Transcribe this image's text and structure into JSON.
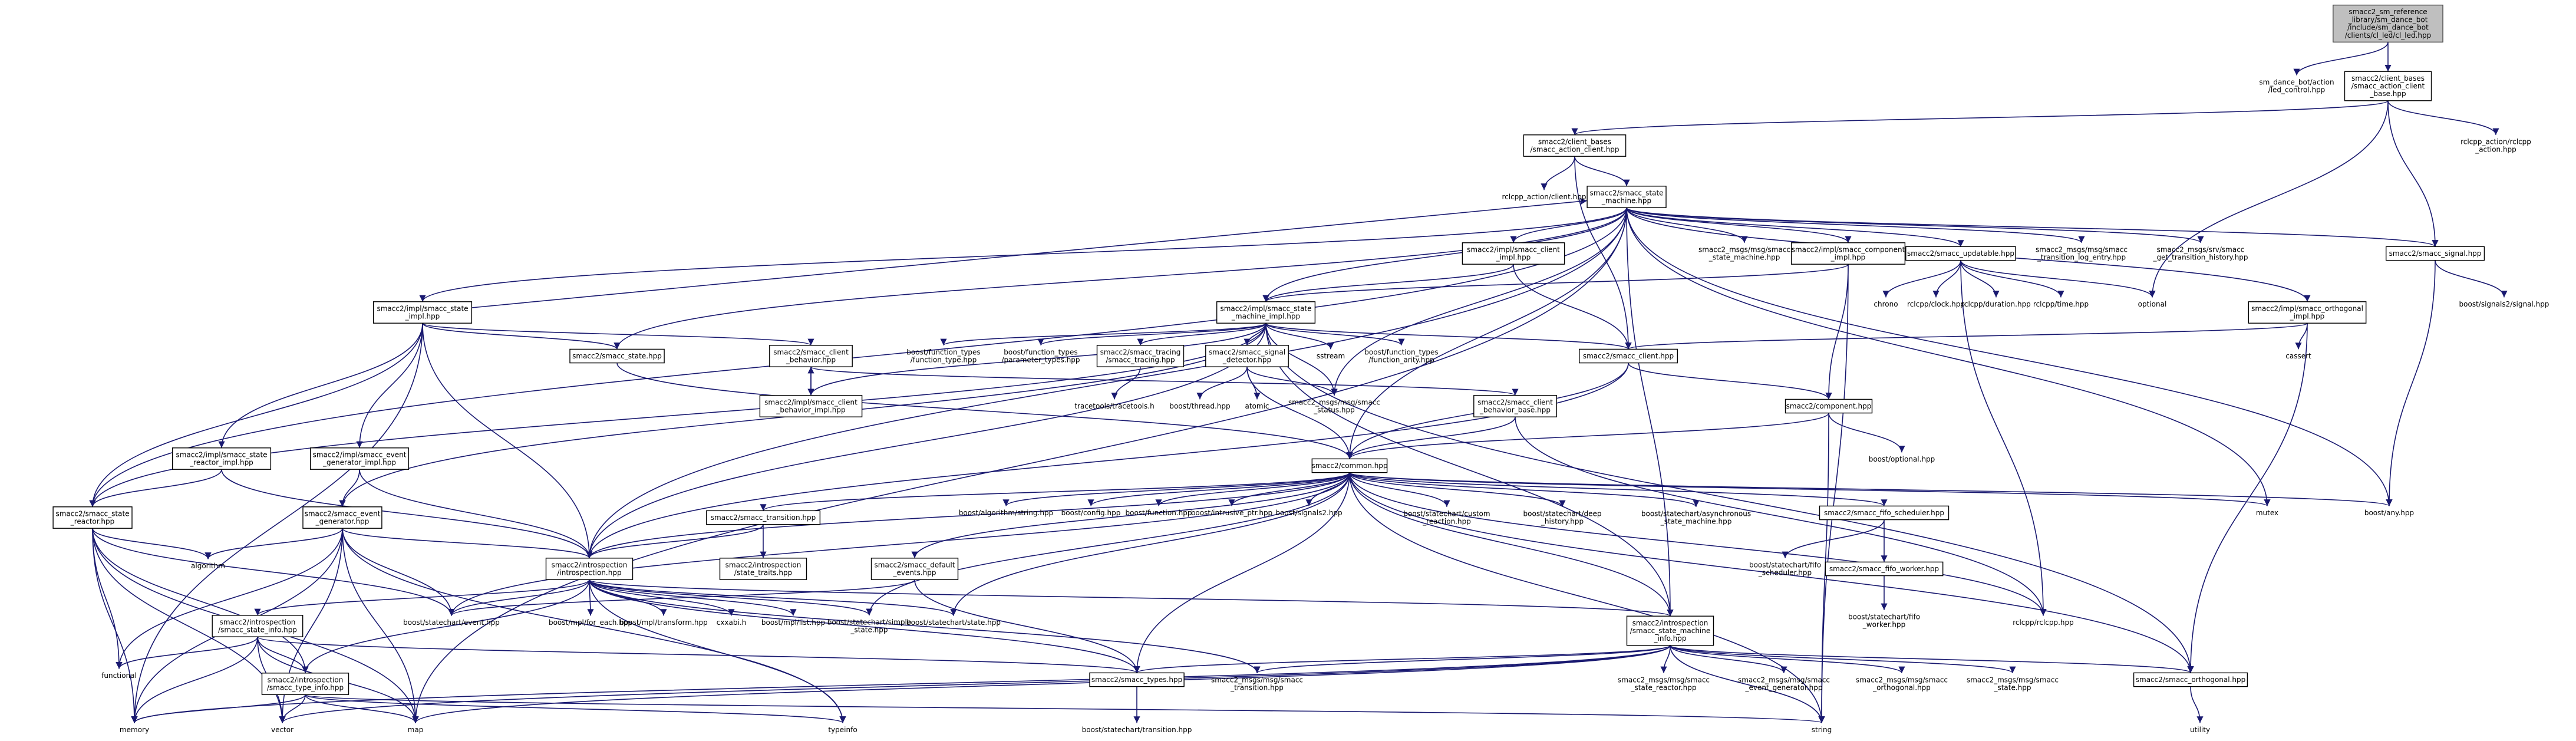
{
  "title": "smacc2_sm_reference_library/sm_dance_bot/include/sm_dance_bot/clients/cl_led/cl_led.hpp",
  "nodes": [
    {
      "id": "root",
      "label": "smacc2_sm_reference\n_library/sm_dance_bot\n/include/sm_dance_bot\n/clients/cl_led/cl_led.hpp",
      "box": true,
      "root": true
    },
    {
      "id": "led_control",
      "label": "sm_dance_bot/action\n/led_control.hpp",
      "box": false
    },
    {
      "id": "cb_action_client_base",
      "label": "smacc2/client_bases\n/smacc_action_client\n_base.hpp",
      "box": true
    },
    {
      "id": "rclcpp_action_h",
      "label": "rclcpp_action/rclcpp\n_action.hpp",
      "box": false
    },
    {
      "id": "cb_action_client",
      "label": "smacc2/client_bases\n/smacc_action_client.hpp",
      "box": true
    },
    {
      "id": "rclcpp_action_client",
      "label": "rclcpp_action/client.hpp",
      "box": false
    },
    {
      "id": "smacc_state_machine",
      "label": "smacc2/smacc_state\n_machine.hpp",
      "box": true
    },
    {
      "id": "impl_client_impl",
      "label": "smacc2/impl/smacc_client\n_impl.hpp",
      "box": true
    },
    {
      "id": "msg_state_machine",
      "label": "smacc2_msgs/msg/smacc\n_state_machine.hpp",
      "box": false
    },
    {
      "id": "impl_component_impl",
      "label": "smacc2/impl/smacc_component\n_impl.hpp",
      "box": true
    },
    {
      "id": "smacc_updatable",
      "label": "smacc2/smacc_updatable.hpp",
      "box": true
    },
    {
      "id": "msg_transition_log",
      "label": "smacc2_msgs/msg/smacc\n_transition_log_entry.hpp",
      "box": false
    },
    {
      "id": "srv_transition_history",
      "label": "smacc2_msgs/srv/smacc\n_get_transition_history.hpp",
      "box": false
    },
    {
      "id": "smacc_signal",
      "label": "smacc2/smacc_signal.hpp",
      "box": true
    },
    {
      "id": "boost_signals2_signal",
      "label": "boost/signals2/signal.hpp",
      "box": false
    },
    {
      "id": "impl_state_impl",
      "label": "smacc2/impl/smacc_state\n_impl.hpp",
      "box": true
    },
    {
      "id": "impl_state_machine_impl",
      "label": "smacc2/impl/smacc_state\n_machine_impl.hpp",
      "box": true
    },
    {
      "id": "chrono",
      "label": "chrono",
      "box": false
    },
    {
      "id": "rclcpp_clock",
      "label": "rclcpp/clock.hpp",
      "box": false
    },
    {
      "id": "rclcpp_duration",
      "label": "rclcpp/duration.hpp",
      "box": false
    },
    {
      "id": "rclcpp_time",
      "label": "rclcpp/time.hpp",
      "box": false
    },
    {
      "id": "optional",
      "label": "optional",
      "box": false
    },
    {
      "id": "impl_orthogonal_impl",
      "label": "smacc2/impl/smacc_orthogonal\n_impl.hpp",
      "box": true
    },
    {
      "id": "cassert",
      "label": "cassert",
      "box": false
    },
    {
      "id": "smacc_state",
      "label": "smacc2/smacc_state.hpp",
      "box": true
    },
    {
      "id": "smacc_client_behavior",
      "label": "smacc2/smacc_client\n_behavior.hpp",
      "box": true
    },
    {
      "id": "ft_function_type",
      "label": "boost/function_types\n/function_type.hpp",
      "box": false
    },
    {
      "id": "ft_parameter_types",
      "label": "boost/function_types\n/parameter_types.hpp",
      "box": false
    },
    {
      "id": "smacc_tracing",
      "label": "smacc2/smacc_tracing\n/smacc_tracing.hpp",
      "box": true
    },
    {
      "id": "smacc_signal_detector",
      "label": "smacc2/smacc_signal\n_detector.hpp",
      "box": true
    },
    {
      "id": "sstream",
      "label": "sstream",
      "box": false
    },
    {
      "id": "ft_function_arity",
      "label": "boost/function_types\n/function_arity.hpp",
      "box": false
    },
    {
      "id": "smacc_client",
      "label": "smacc2/smacc_client.hpp",
      "box": true
    },
    {
      "id": "impl_client_behavior_impl",
      "label": "smacc2/impl/smacc_client\n_behavior_impl.hpp",
      "box": true
    },
    {
      "id": "tracetools",
      "label": "tracetools/tracetools.h",
      "box": false
    },
    {
      "id": "boost_thread",
      "label": "boost/thread.hpp",
      "box": false
    },
    {
      "id": "atomic",
      "label": "atomic",
      "box": false
    },
    {
      "id": "msg_status",
      "label": "smacc2_msgs/msg/smacc\n_status.hpp",
      "box": false
    },
    {
      "id": "client_behavior_base",
      "label": "smacc2/smacc_client\n_behavior_base.hpp",
      "box": true
    },
    {
      "id": "smacc_component",
      "label": "smacc2/component.hpp",
      "box": true
    },
    {
      "id": "boost_optional",
      "label": "boost/optional.hpp",
      "box": false
    },
    {
      "id": "impl_reactor_impl",
      "label": "smacc2/impl/smacc_state\n_reactor_impl.hpp",
      "box": true
    },
    {
      "id": "impl_event_generator_impl",
      "label": "smacc2/impl/smacc_event\n_generator_impl.hpp",
      "box": true
    },
    {
      "id": "common",
      "label": "smacc2/common.hpp",
      "box": true
    },
    {
      "id": "state_reactor",
      "label": "smacc2/smacc_state\n_reactor.hpp",
      "box": true
    },
    {
      "id": "event_generator",
      "label": "smacc2/smacc_event\n_generator.hpp",
      "box": true
    },
    {
      "id": "smacc_transition",
      "label": "smacc2/smacc_transition.hpp",
      "box": true
    },
    {
      "id": "boost_algorithm_string",
      "label": "boost/algorithm/string.hpp",
      "box": false
    },
    {
      "id": "boost_config",
      "label": "boost/config.hpp",
      "box": false
    },
    {
      "id": "boost_function",
      "label": "boost/function.hpp",
      "box": false
    },
    {
      "id": "boost_intrusive_ptr",
      "label": "boost/intrusive_ptr.hpp",
      "box": false
    },
    {
      "id": "boost_signals2",
      "label": "boost/signals2.hpp",
      "box": false
    },
    {
      "id": "sc_custom_reaction",
      "label": "boost/statechart/custom\n_reaction.hpp",
      "box": false
    },
    {
      "id": "sc_deep_history",
      "label": "boost/statechart/deep\n_history.hpp",
      "box": false
    },
    {
      "id": "sc_async_state_machine",
      "label": "boost/statechart/asynchronous\n_state_machine.hpp",
      "box": false
    },
    {
      "id": "fifo_scheduler",
      "label": "smacc2/smacc_fifo_scheduler.hpp",
      "box": true
    },
    {
      "id": "mutex",
      "label": "mutex",
      "box": false
    },
    {
      "id": "boost_any",
      "label": "boost/any.hpp",
      "box": false
    },
    {
      "id": "algorithm",
      "label": "algorithm",
      "box": false
    },
    {
      "id": "introspection",
      "label": "smacc2/introspection\n/introspection.hpp",
      "box": true
    },
    {
      "id": "state_traits",
      "label": "smacc2/introspection\n/state_traits.hpp",
      "box": true
    },
    {
      "id": "default_events",
      "label": "smacc2/smacc_default\n_events.hpp",
      "box": true
    },
    {
      "id": "sc_fifo_scheduler",
      "label": "boost/statechart/fifo\n_scheduler.hpp",
      "box": false
    },
    {
      "id": "fifo_worker",
      "label": "smacc2/smacc_fifo_worker.hpp",
      "box": true
    },
    {
      "id": "sc_fifo_worker",
      "label": "boost/statechart/fifo\n_worker.hpp",
      "box": false
    },
    {
      "id": "state_info",
      "label": "smacc2/introspection\n/smacc_state_info.hpp",
      "box": true
    },
    {
      "id": "sc_event",
      "label": "boost/statechart/event.hpp",
      "box": false
    },
    {
      "id": "mpl_for_each",
      "label": "boost/mpl/for_each.hpp",
      "box": false
    },
    {
      "id": "mpl_transform",
      "label": "boost/mpl/transform.hpp",
      "box": false
    },
    {
      "id": "cxxabi",
      "label": "cxxabi.h",
      "box": false
    },
    {
      "id": "mpl_list",
      "label": "boost/mpl/list.hpp",
      "box": false
    },
    {
      "id": "sc_simple_state",
      "label": "boost/statechart/simple\n_state.hpp",
      "box": false
    },
    {
      "id": "sc_state",
      "label": "boost/statechart/state.hpp",
      "box": false
    },
    {
      "id": "rclcpp",
      "label": "rclcpp/rclcpp.hpp",
      "box": false
    },
    {
      "id": "state_machine_info",
      "label": "smacc2/introspection\n/smacc_state_machine\n_info.hpp",
      "box": true
    },
    {
      "id": "functional",
      "label": "functional",
      "box": false
    },
    {
      "id": "type_info",
      "label": "smacc2/introspection\n/smacc_type_info.hpp",
      "box": true
    },
    {
      "id": "smacc_types",
      "label": "smacc2/smacc_types.hpp",
      "box": true
    },
    {
      "id": "msg_transition",
      "label": "smacc2_msgs/msg/smacc\n_transition.hpp",
      "box": false
    },
    {
      "id": "msg_state_reactor",
      "label": "smacc2_msgs/msg/smacc\n_state_reactor.hpp",
      "box": false
    },
    {
      "id": "msg_event_generator",
      "label": "smacc2_msgs/msg/smacc\n_event_generator.hpp",
      "box": false
    },
    {
      "id": "msg_orthogonal",
      "label": "smacc2_msgs/msg/smacc\n_orthogonal.hpp",
      "box": false
    },
    {
      "id": "msg_state",
      "label": "smacc2_msgs/msg/smacc\n_state.hpp",
      "box": false
    },
    {
      "id": "smacc_orthogonal",
      "label": "smacc2/smacc_orthogonal.hpp",
      "box": true
    },
    {
      "id": "memory",
      "label": "memory",
      "box": false
    },
    {
      "id": "vector",
      "label": "vector",
      "box": false
    },
    {
      "id": "map",
      "label": "map",
      "box": false
    },
    {
      "id": "typeinfo",
      "label": "typeinfo",
      "box": false
    },
    {
      "id": "string",
      "label": "string",
      "box": false
    },
    {
      "id": "sc_transition",
      "label": "boost/statechart/transition.hpp",
      "box": false
    },
    {
      "id": "utility",
      "label": "utility",
      "box": false
    }
  ],
  "edges": [
    [
      "root",
      "led_control"
    ],
    [
      "root",
      "cb_action_client_base"
    ],
    [
      "cb_action_client_base",
      "rclcpp_action_h"
    ],
    [
      "cb_action_client_base",
      "cb_action_client"
    ],
    [
      "cb_action_client_base",
      "smacc_signal"
    ],
    [
      "cb_action_client_base",
      "optional"
    ],
    [
      "cb_action_client",
      "rclcpp_action_client"
    ],
    [
      "cb_action_client",
      "smacc_state_machine"
    ],
    [
      "cb_action_client",
      "smacc_client"
    ],
    [
      "smacc_state_machine",
      "impl_client_impl"
    ],
    [
      "smacc_state_machine",
      "msg_state_machine"
    ],
    [
      "smacc_state_machine",
      "impl_component_impl"
    ],
    [
      "smacc_state_machine",
      "smacc_updatable"
    ],
    [
      "smacc_state_machine",
      "msg_transition_log"
    ],
    [
      "smacc_state_machine",
      "srv_transition_history"
    ],
    [
      "smacc_state_machine",
      "smacc_signal"
    ],
    [
      "smacc_state_machine",
      "impl_state_impl"
    ],
    [
      "smacc_state_machine",
      "impl_state_machine_impl"
    ],
    [
      "smacc_state_machine",
      "impl_orthogonal_impl"
    ],
    [
      "smacc_state_machine",
      "smacc_state"
    ],
    [
      "smacc_state_machine",
      "msg_status"
    ],
    [
      "smacc_state_machine",
      "common"
    ],
    [
      "smacc_state_machine",
      "introspection"
    ],
    [
      "smacc_state_machine",
      "state_reactor"
    ],
    [
      "smacc_state_machine",
      "mutex"
    ],
    [
      "smacc_state_machine",
      "boost_any"
    ],
    [
      "smacc_state_machine",
      "state_machine_info"
    ],
    [
      "smacc_state_machine",
      "map"
    ],
    [
      "impl_client_impl",
      "smacc_client"
    ],
    [
      "impl_client_impl",
      "impl_state_machine_impl"
    ],
    [
      "impl_component_impl",
      "smacc_component"
    ],
    [
      "impl_component_impl",
      "impl_state_machine_impl"
    ],
    [
      "impl_component_impl",
      "string"
    ],
    [
      "smacc_updatable",
      "chrono"
    ],
    [
      "smacc_updatable",
      "rclcpp_clock"
    ],
    [
      "smacc_updatable",
      "rclcpp_duration"
    ],
    [
      "smacc_updatable",
      "rclcpp_time"
    ],
    [
      "smacc_updatable",
      "optional"
    ],
    [
      "smacc_updatable",
      "rclcpp"
    ],
    [
      "smacc_signal",
      "boost_signals2_signal"
    ],
    [
      "smacc_signal",
      "boost_any"
    ],
    [
      "impl_state_impl",
      "smacc_state"
    ],
    [
      "impl_state_impl",
      "smacc_client_behavior"
    ],
    [
      "impl_state_impl",
      "impl_reactor_impl"
    ],
    [
      "impl_state_impl",
      "impl_event_generator_impl"
    ],
    [
      "impl_state_impl",
      "state_reactor"
    ],
    [
      "impl_state_impl",
      "introspection"
    ],
    [
      "impl_state_impl",
      "memory"
    ],
    [
      "impl_state_impl",
      "smacc_state_machine"
    ],
    [
      "impl_state_machine_impl",
      "ft_function_type"
    ],
    [
      "impl_state_machine_impl",
      "ft_parameter_types"
    ],
    [
      "impl_state_machine_impl",
      "smacc_tracing"
    ],
    [
      "impl_state_machine_impl",
      "smacc_signal_detector"
    ],
    [
      "impl_state_machine_impl",
      "sstream"
    ],
    [
      "impl_state_machine_impl",
      "ft_function_arity"
    ],
    [
      "impl_state_machine_impl",
      "smacc_client"
    ],
    [
      "impl_state_machine_impl",
      "impl_client_behavior_impl"
    ],
    [
      "impl_state_machine_impl",
      "msg_status"
    ],
    [
      "impl_state_machine_impl",
      "event_generator"
    ],
    [
      "impl_state_machine_impl",
      "introspection"
    ],
    [
      "impl_state_machine_impl",
      "smacc_orthogonal"
    ],
    [
      "impl_state_machine_impl",
      "state_machine_info"
    ],
    [
      "impl_state_machine_impl",
      "state_reactor"
    ],
    [
      "impl_orthogonal_impl",
      "cassert"
    ],
    [
      "impl_orthogonal_impl",
      "smacc_client"
    ],
    [
      "impl_orthogonal_impl",
      "smacc_orthogonal"
    ],
    [
      "smacc_state",
      "common"
    ],
    [
      "smacc_client_behavior",
      "client_behavior_base"
    ],
    [
      "smacc_client_behavior",
      "impl_client_behavior_impl"
    ],
    [
      "smacc_tracing",
      "tracetools"
    ],
    [
      "smacc_signal_detector",
      "boost_thread"
    ],
    [
      "smacc_signal_detector",
      "atomic"
    ],
    [
      "smacc_signal_detector",
      "msg_status"
    ],
    [
      "smacc_signal_detector",
      "common"
    ],
    [
      "smacc_client",
      "common"
    ],
    [
      "smacc_client",
      "smacc_component"
    ],
    [
      "smacc_client",
      "introspection"
    ],
    [
      "impl_client_behavior_impl",
      "smacc_client_behavior"
    ],
    [
      "client_behavior_base",
      "common"
    ],
    [
      "client_behavior_base",
      "rclcpp"
    ],
    [
      "smacc_component",
      "common"
    ],
    [
      "smacc_component",
      "boost_optional"
    ],
    [
      "smacc_component",
      "string"
    ],
    [
      "impl_reactor_impl",
      "state_reactor"
    ],
    [
      "impl_reactor_impl",
      "introspection"
    ],
    [
      "impl_event_generator_impl",
      "event_generator"
    ],
    [
      "impl_event_generator_impl",
      "introspection"
    ],
    [
      "common",
      "boost_algorithm_string"
    ],
    [
      "common",
      "boost_config"
    ],
    [
      "common",
      "boost_function"
    ],
    [
      "common",
      "boost_intrusive_ptr"
    ],
    [
      "common",
      "boost_signals2"
    ],
    [
      "common",
      "sc_custom_reaction"
    ],
    [
      "common",
      "sc_deep_history"
    ],
    [
      "common",
      "sc_async_state_machine"
    ],
    [
      "common",
      "fifo_scheduler"
    ],
    [
      "common",
      "mutex"
    ],
    [
      "common",
      "boost_any"
    ],
    [
      "common",
      "introspection"
    ],
    [
      "common",
      "smacc_transition"
    ],
    [
      "common",
      "default_events"
    ],
    [
      "common",
      "sc_event"
    ],
    [
      "common",
      "sc_simple_state"
    ],
    [
      "common",
      "sc_state"
    ],
    [
      "common",
      "rclcpp"
    ],
    [
      "common",
      "state_machine_info"
    ],
    [
      "common",
      "smacc_types"
    ],
    [
      "common",
      "smacc_orthogonal"
    ],
    [
      "common",
      "string"
    ],
    [
      "state_reactor",
      "algorithm"
    ],
    [
      "state_reactor",
      "functional"
    ],
    [
      "state_reactor",
      "memory"
    ],
    [
      "state_reactor",
      "vector"
    ],
    [
      "state_reactor",
      "map"
    ],
    [
      "state_reactor",
      "sc_event"
    ],
    [
      "state_reactor",
      "type_info"
    ],
    [
      "event_generator",
      "algorithm"
    ],
    [
      "event_generator",
      "functional"
    ],
    [
      "event_generator",
      "memory"
    ],
    [
      "event_generator",
      "vector"
    ],
    [
      "event_generator",
      "map"
    ],
    [
      "event_generator",
      "sc_event"
    ],
    [
      "event_generator",
      "introspection"
    ],
    [
      "event_generator",
      "typeinfo"
    ],
    [
      "smacc_transition",
      "introspection"
    ],
    [
      "smacc_transition",
      "state_traits"
    ],
    [
      "fifo_scheduler",
      "sc_fifo_scheduler"
    ],
    [
      "fifo_scheduler",
      "fifo_worker"
    ],
    [
      "fifo_worker",
      "sc_fifo_worker"
    ],
    [
      "introspection",
      "state_info"
    ],
    [
      "introspection",
      "sc_event"
    ],
    [
      "introspection",
      "mpl_for_each"
    ],
    [
      "introspection",
      "mpl_transform"
    ],
    [
      "introspection",
      "cxxabi"
    ],
    [
      "introspection",
      "mpl_list"
    ],
    [
      "introspection",
      "sc_simple_state"
    ],
    [
      "introspection",
      "sc_state"
    ],
    [
      "introspection",
      "typeinfo"
    ],
    [
      "introspection",
      "type_info"
    ],
    [
      "introspection",
      "smacc_types"
    ],
    [
      "introspection",
      "msg_transition"
    ],
    [
      "introspection",
      "state_machine_info"
    ],
    [
      "default_events",
      "sc_event"
    ],
    [
      "default_events",
      "smacc_types"
    ],
    [
      "state_info",
      "functional"
    ],
    [
      "state_info",
      "memory"
    ],
    [
      "state_info",
      "vector"
    ],
    [
      "state_info",
      "map"
    ],
    [
      "state_info",
      "type_info"
    ],
    [
      "state_info",
      "smacc_types"
    ],
    [
      "state_machine_info",
      "msg_state_reactor"
    ],
    [
      "state_machine_info",
      "msg_event_generator"
    ],
    [
      "state_machine_info",
      "msg_orthogonal"
    ],
    [
      "state_machine_info",
      "msg_state"
    ],
    [
      "state_machine_info",
      "smacc_orthogonal"
    ],
    [
      "state_machine_info",
      "memory"
    ],
    [
      "state_machine_info",
      "vector"
    ],
    [
      "state_machine_info",
      "map"
    ],
    [
      "state_machine_info",
      "string"
    ],
    [
      "state_machine_info",
      "msg_transition"
    ],
    [
      "state_machine_info",
      "smacc_types"
    ],
    [
      "type_info",
      "memory"
    ],
    [
      "type_info",
      "vector"
    ],
    [
      "type_info",
      "map"
    ],
    [
      "type_info",
      "typeinfo"
    ],
    [
      "type_info",
      "string"
    ],
    [
      "smacc_types",
      "sc_transition"
    ],
    [
      "smacc_orthogonal",
      "utility"
    ]
  ]
}
